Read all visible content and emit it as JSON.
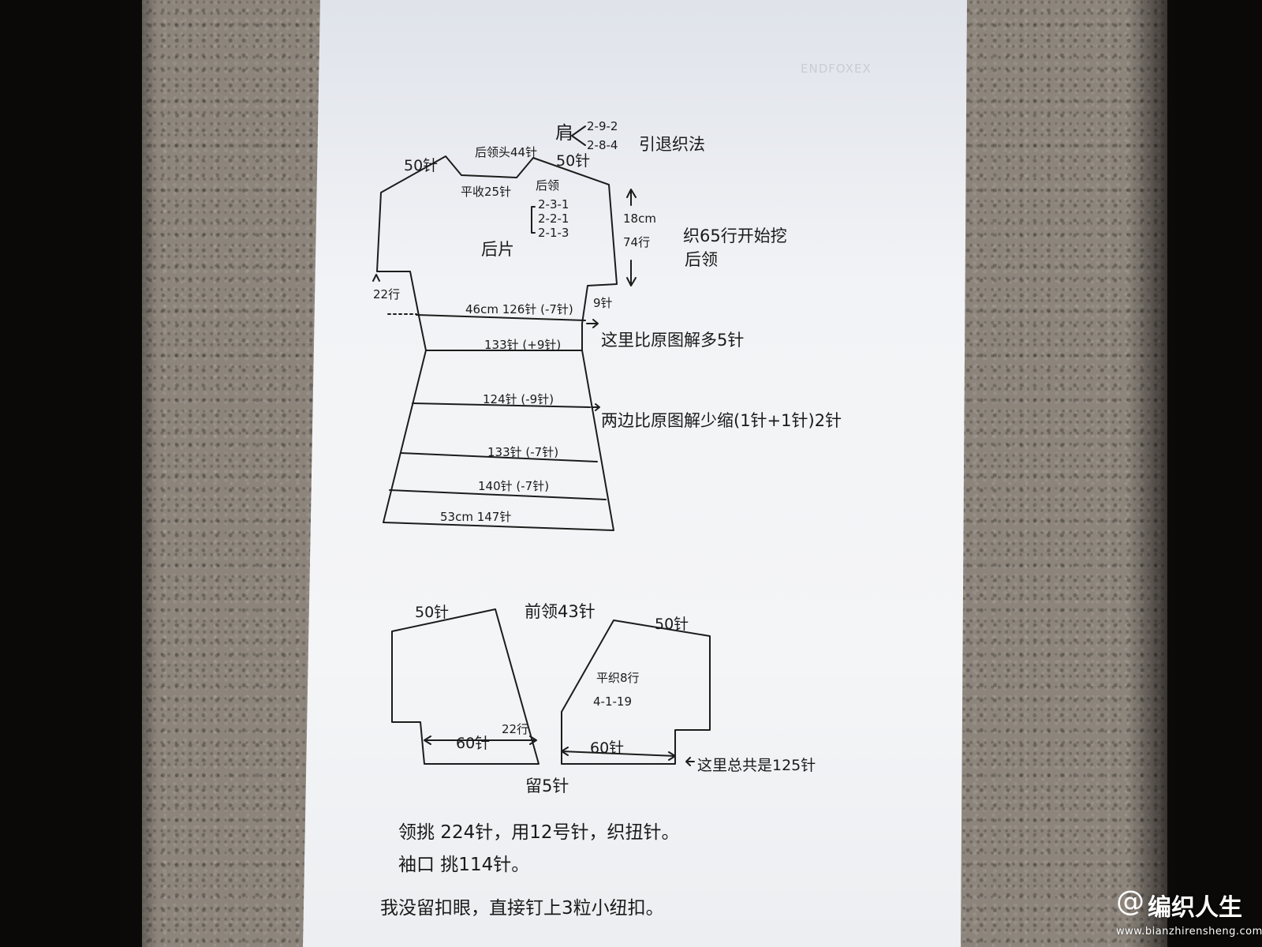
{
  "paper_background_text": "ENDFOXEX",
  "back_piece": {
    "shoulder_shaping_label": "肩",
    "shoulder_row_a": "2-9-2",
    "shoulder_row_b": "2-8-4",
    "shoulder_method": "引退织法",
    "left_shoulder": "50针",
    "back_neck": "后领头44针",
    "right_shoulder": "50针",
    "neck_bind_off": "平收25针",
    "back_neck_label": "后领",
    "neck_dec_1": "2-3-1",
    "neck_dec_2": "2-2-1",
    "neck_dec_3": "2-1-3",
    "piece_name": "后片",
    "armhole_height_cm": "18cm",
    "armhole_rows": "74行",
    "start_note_line1": "织65行开始挖",
    "start_note_line2": "后领",
    "underarm_rows": "22行",
    "underarm_stitches": "9针",
    "band1": "46cm 126针 (-7针)",
    "band1_note": "这里比原图解多5针",
    "band2": "133针 (+9针)",
    "band3": "124针 (-9针)",
    "band3_note": "两边比原图解少缩(1针+1针)2针",
    "band4": "133针 (-7针)",
    "band5": "140针 (-7针)",
    "band6": "53cm 147针"
  },
  "front_piece": {
    "left_shoulder": "50针",
    "front_neck": "前领43针",
    "right_shoulder": "50针",
    "neck_shaping_a": "平织8行",
    "neck_shaping_b": "4-1-19",
    "front_rows": "22行",
    "left_width": "60针",
    "right_width": "60针",
    "total_note": "这里总共是125针",
    "center_gap": "留5针"
  },
  "notes": {
    "line1": "领挑 224针，用12号针，织扭针。",
    "line2": "袖口 挑114针。",
    "line3": "我没留扣眼，直接钉上3粒小纽扣。"
  },
  "watermark": {
    "logo": "@",
    "name": "编织人生",
    "url": "www.bianzhirensheng.com"
  },
  "colors": {
    "ink": "#1c1c1c",
    "paper": "#f4f5f7",
    "stone": "#8d857c"
  }
}
